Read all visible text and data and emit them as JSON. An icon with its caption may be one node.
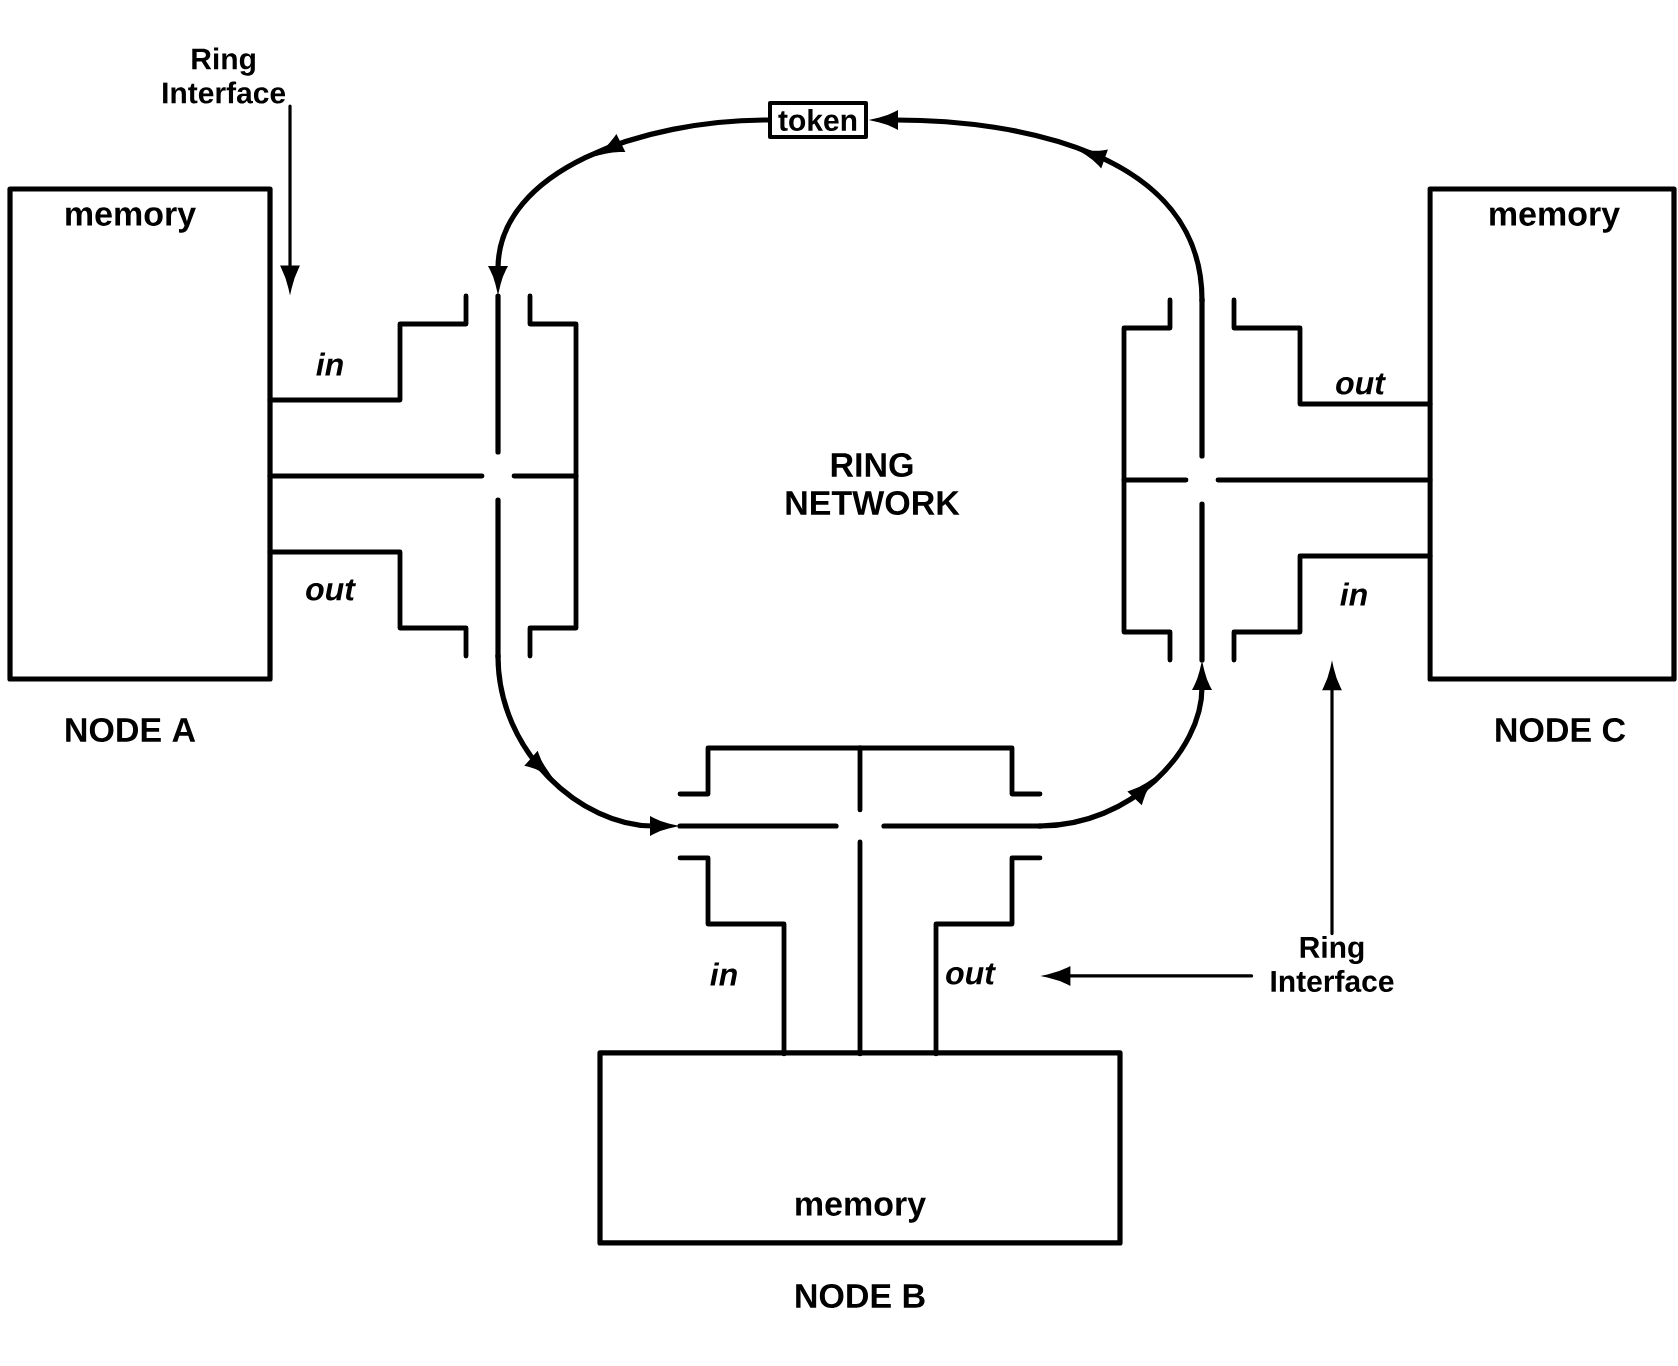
{
  "diagram": {
    "nodes": [
      {
        "text": [
          "Ring Interface"
        ]
      },
      {
        "text": [
          "token"
        ]
      },
      {
        "text": [
          "memory"
        ],
        "beside": [
          "NODE A"
        ]
      },
      {
        "text": [],
        "shape": "picture"
      },
      {
        "text": [],
        "shape": "picture"
      },
      {
        "text": [
          "memory"
        ],
        "beside": [
          "NODE C"
        ]
      },
      {
        "text": [],
        "shape": "picture"
      },
      {
        "text": [
          "Ring Interface"
        ]
      },
      {
        "text": [
          "memory"
        ],
        "beside": [
          "NODE B"
        ]
      }
    ],
    "edges": [
      {
        "from": 1,
        "to": 3,
        "arrow": "to"
      },
      {
        "from": 3,
        "to": 6,
        "arrow": "to"
      },
      {
        "from": 6,
        "to": 4,
        "arrow": "to"
      },
      {
        "from": 4,
        "to": 1,
        "arrow": "to"
      },
      {
        "from": 0,
        "to": 3,
        "arrow": "to"
      },
      {
        "from": 7,
        "to": 6,
        "arrow": "to"
      },
      {
        "from": 7,
        "to": 4,
        "arrow": "to"
      }
    ],
    "labels": [
      "in",
      "out",
      "RING NETWORK",
      "out",
      "in",
      "in",
      "out"
    ]
  }
}
